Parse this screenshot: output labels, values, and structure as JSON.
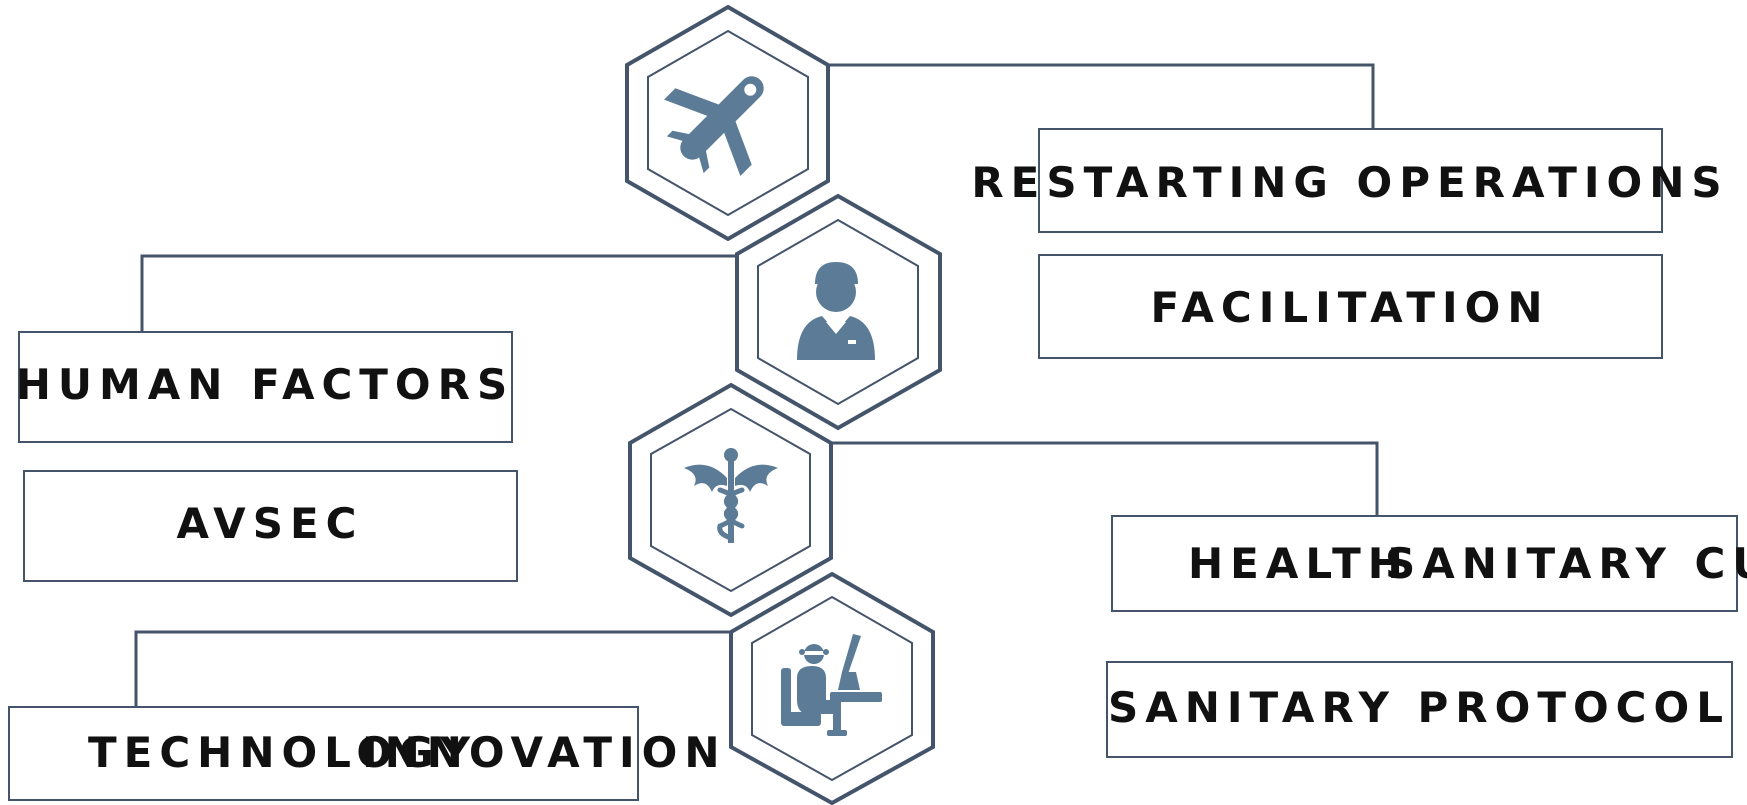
{
  "colors": {
    "hexagon_stroke": "#44546a",
    "icon_fill": "#5b7b96",
    "box_stroke": "#44546a",
    "text": "#111111"
  },
  "topics": {
    "restarting_operations": "RESTARTING OPERATIONS",
    "facilitation": "FACILITATION",
    "human_factors": "HUMAN FACTORS",
    "avsec": "AVSEC",
    "health_sanitary_culture": {
      "part1": "HEALTH",
      "part2": "SANITARY CULTURE"
    },
    "sanitary_protocol": "SANITARY PROTOCOL",
    "technology_innovation": {
      "part1": "TECHNOLOGY",
      "part2": "INNOVATION"
    }
  },
  "icons": {
    "hex1": "airplane-icon",
    "hex2": "flight-attendant-icon",
    "hex3": "caduceus-icon",
    "hex4": "check-in-counter-icon"
  }
}
